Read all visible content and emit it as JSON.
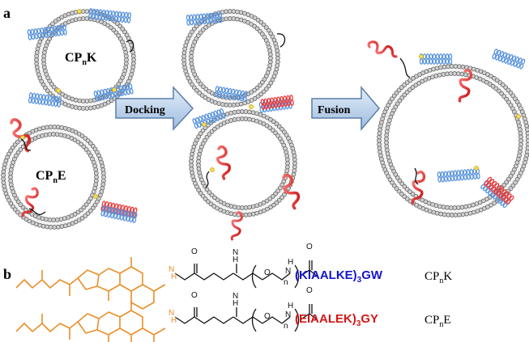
{
  "panel_a_label": "a",
  "panel_b_label": "b",
  "vesicle_labels": {
    "k_top": "CP",
    "k_top_sub": "n",
    "k_top_tail": "K",
    "e_bottom": "CP",
    "e_bottom_sub": "n",
    "e_bottom_tail": "E"
  },
  "arrows": {
    "docking": "Docking",
    "fusion": "Fusion"
  },
  "lipopeptides": [
    {
      "peptide_open": "(KIAALKE)",
      "peptide_sub": "3",
      "peptide_close": "GW",
      "peptide_color": "#1515cc",
      "name": "CP",
      "name_sub": "n",
      "name_tail": "K"
    },
    {
      "peptide_open": "(EIAALEK)",
      "peptide_sub": "3",
      "peptide_close": "GY",
      "peptide_color": "#d01818",
      "name": "CP",
      "name_sub": "n",
      "name_tail": "E"
    }
  ],
  "linker": {
    "n_label": "n",
    "nh_label": "H",
    "n_atom": "N",
    "o_atom": "O"
  },
  "colors": {
    "cholesterol": "#e8902a",
    "coil_blue": "#5b95dd",
    "coil_red": "#ea3b3b",
    "lipid_head": "#d0d0d0",
    "arrow_fill": "#c2d6ec"
  }
}
